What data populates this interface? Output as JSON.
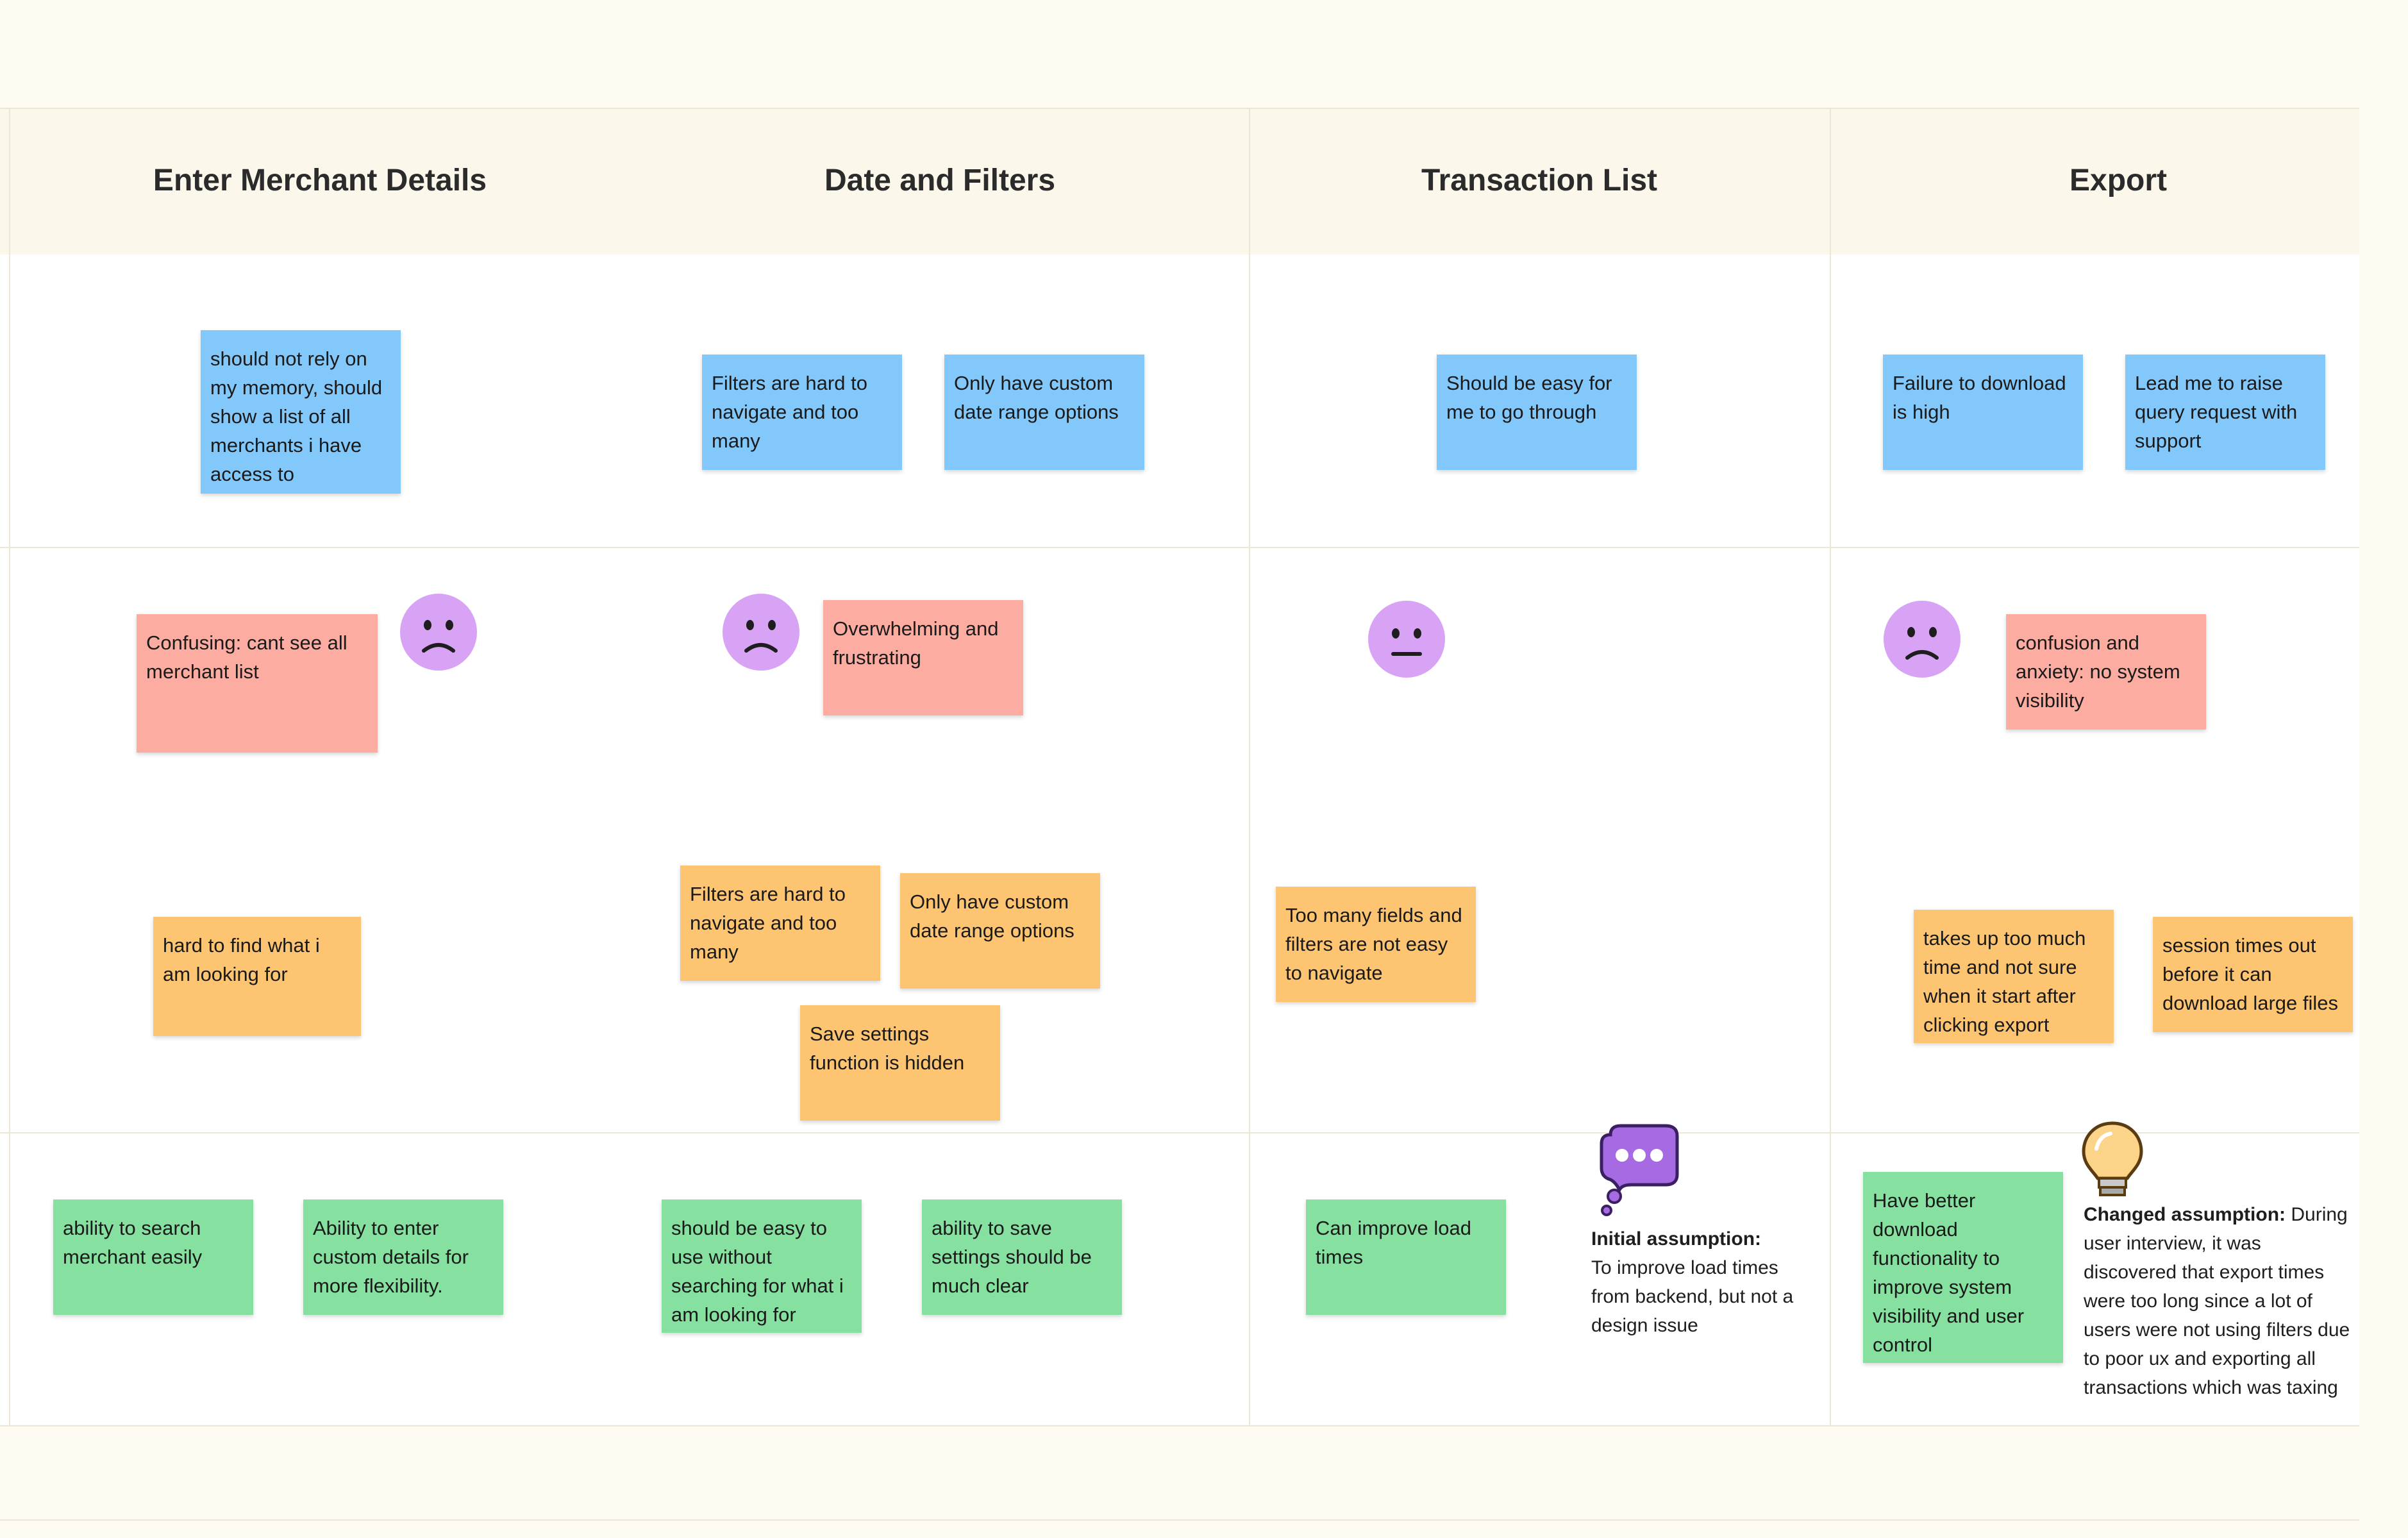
{
  "columns": [
    {
      "title": "Enter Merchant Details"
    },
    {
      "title": "Date and Filters"
    },
    {
      "title": "Transaction List"
    },
    {
      "title": "Export"
    }
  ],
  "stickies": {
    "c1_blue": "should not rely on my memory, should show a list of all merchants i have access to",
    "c2_blue_a": "Filters are hard to navigate and too many",
    "c2_blue_b": "Only have custom date range options",
    "c3_blue": "Should be easy for me to go through",
    "c4_blue_a": "Failure to download is high",
    "c4_blue_b": "Lead me to raise query request with support",
    "c1_red": "Confusing: cant see all merchant list",
    "c2_red": "Overwhelming and frustrating",
    "c4_red": "confusion and anxiety: no system visibility",
    "c1_orange": "hard to find what i am looking for",
    "c2_orange_a": "Filters are hard to navigate and too many",
    "c2_orange_b": "Only have custom date range options",
    "c2_orange_c": "Save settings function is hidden",
    "c3_orange": "Too many fields and filters are not easy to navigate",
    "c4_orange_a": "takes up too much time and not sure when it start after clicking export",
    "c4_orange_b": "session times out before it can download large files",
    "c1_green_a": "ability to search merchant easily",
    "c1_green_b": "Ability to enter custom details for more flexibility.",
    "c2_green_a": "should be easy to use without searching for what i am looking for",
    "c2_green_b": "ability to save settings should be much clear",
    "c3_green": "Can improve load times",
    "c4_green": "Have better download functionality to improve system visibility and user control"
  },
  "notes": {
    "initial_label": "Initial assumption:",
    "initial_text": "To improve load times from backend, but not a design issue",
    "changed_label": "Changed assumption:",
    "changed_text": "During user interview, it was discovered that export times were too long since a lot of users were not using filters due to poor ux and exporting all transactions which was taxing the system and wasting partner time"
  },
  "icons": {
    "face_sad": "sad-face-icon",
    "face_neutral": "neutral-face-icon",
    "thought": "thought-bubble-icon",
    "bulb": "light-bulb-icon"
  },
  "colors": {
    "blue": "#83c8fb",
    "red": "#fcaca0",
    "orange": "#fdc572",
    "green": "#86e0a0",
    "face": "#d9a3f5"
  }
}
